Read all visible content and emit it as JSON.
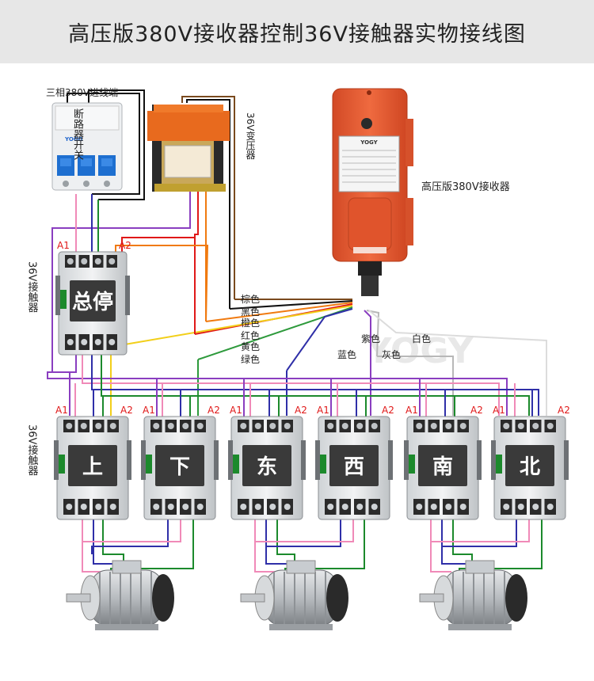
{
  "title": "高压版380V接收器控制36V接触器实物接线图",
  "labels": {
    "supply": "三相380V进线端",
    "breaker": "断路器开关",
    "transformer": "36V变压器",
    "receiver": "高压版380V接收器",
    "contactor_group1": "36V接触器",
    "contactor_group2": "36V接触器",
    "receiver_brand": "YOGY",
    "breaker_brand": "YOGO",
    "watermark": "YOGY",
    "terminal_a1": "A1",
    "terminal_a2": "A2"
  },
  "main_contactor": {
    "label": "总停"
  },
  "contactors": [
    {
      "label": "上"
    },
    {
      "label": "下"
    },
    {
      "label": "东"
    },
    {
      "label": "西"
    },
    {
      "label": "南"
    },
    {
      "label": "北"
    }
  ],
  "wires": [
    {
      "label": "棕色",
      "color": "#7a4a1e"
    },
    {
      "label": "黑色",
      "color": "#111111"
    },
    {
      "label": "橙色",
      "color": "#f07a10"
    },
    {
      "label": "红色",
      "color": "#e01818"
    },
    {
      "label": "黄色",
      "color": "#f2cf1a"
    },
    {
      "label": "绿色",
      "color": "#2e9a3c"
    },
    {
      "label": "蓝色",
      "color": "#2f2fa8"
    },
    {
      "label": "紫色",
      "color": "#8a3ec0"
    },
    {
      "label": "灰色",
      "color": "#b8b8b8"
    },
    {
      "label": "白色",
      "color": "#dcdcdc"
    }
  ],
  "colors": {
    "pink": "#f08ab8",
    "purple": "#8a3ec0",
    "blue": "#2f2fa8",
    "green": "#1c8a2c",
    "receiver_body": "#e85a34"
  }
}
